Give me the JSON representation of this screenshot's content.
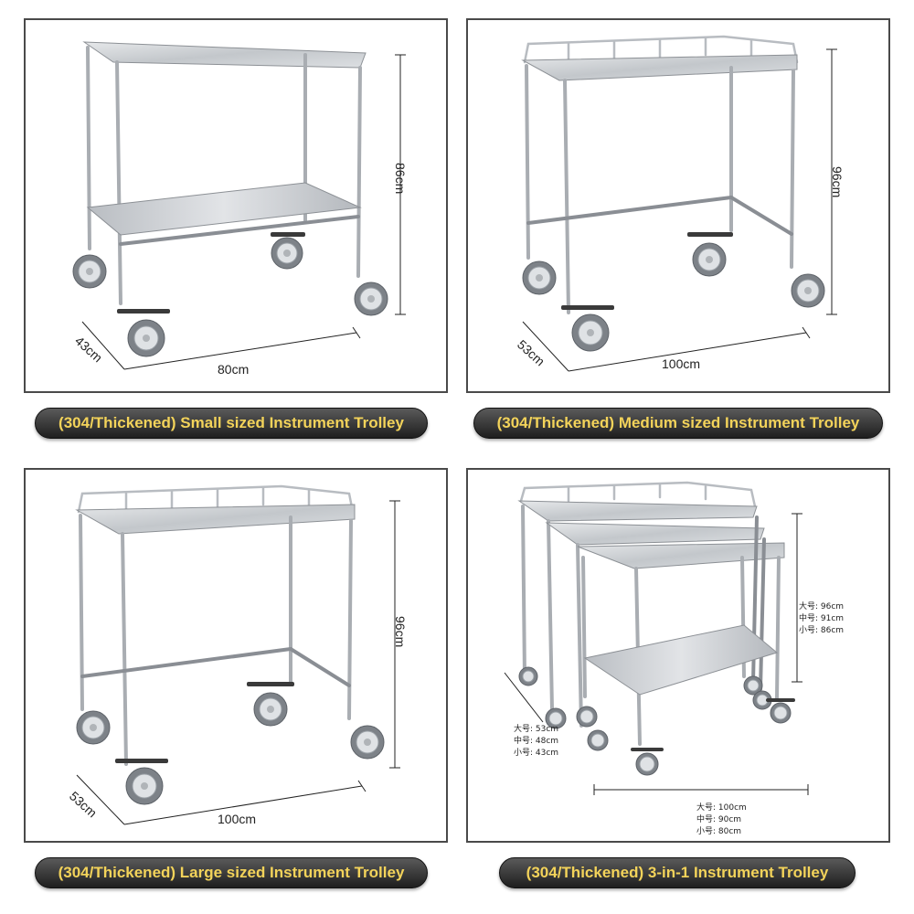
{
  "panels": [
    {
      "caption": "(304/Thickened) Small sized Instrument Trolley",
      "height_label": "86cm",
      "depth_label": "43cm",
      "width_label": "80cm"
    },
    {
      "caption": "(304/Thickened) Medium sized Instrument Trolley",
      "height_label": "96cm",
      "depth_label": "53cm",
      "width_label": "100cm"
    },
    {
      "caption": "(304/Thickened) Large sized Instrument Trolley",
      "height_label": "96cm",
      "depth_label": "53cm",
      "width_label": "100cm"
    },
    {
      "caption": "(304/Thickened) 3-in-1 Instrument Trolley",
      "height_labels": [
        "大号: 96cm",
        "中号: 91cm",
        "小号: 86cm"
      ],
      "depth_labels": [
        "大号: 53cm",
        "中号: 48cm",
        "小号: 43cm"
      ],
      "width_labels": [
        "大号: 100cm",
        "中号: 90cm",
        "小号: 80cm"
      ]
    }
  ],
  "colors": {
    "caption_text": "#f3d35a",
    "caption_bg": "#2b2b2b",
    "steel": "#c9cdd1",
    "border": "#4a4a4a"
  }
}
